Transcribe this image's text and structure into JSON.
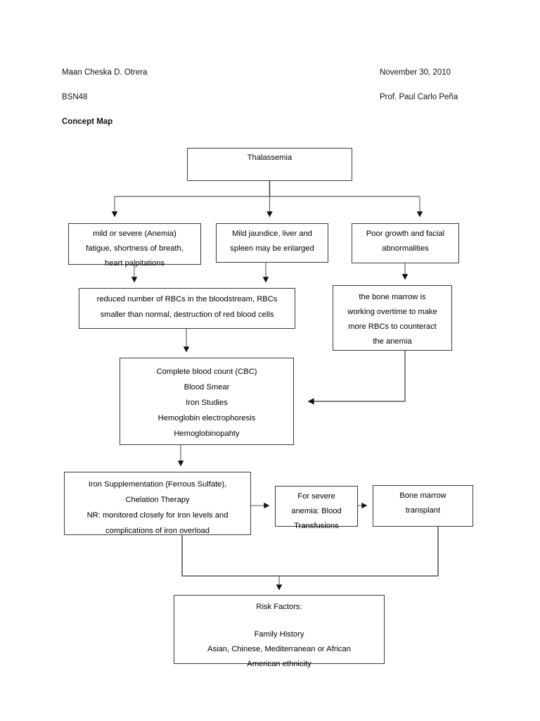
{
  "document": {
    "header": {
      "student_name": "Maan Cheska D. Otrera",
      "date": "November 30, 2010",
      "section": "BSN48",
      "professor": "Prof. Paul Carlo Peña",
      "title": "Concept Map"
    }
  },
  "diagram": {
    "type": "flowchart",
    "root": "Thalassemia",
    "nodes": {
      "thalassemia": {
        "id": "thalassemia",
        "lines": [
          "Thalassemia"
        ]
      },
      "symptoms": {
        "id": "symptoms",
        "lines": [
          "mild or severe (Anemia)",
          "fatigue, shortness of breath,",
          "heart palpitations"
        ]
      },
      "jaundice": {
        "id": "jaundice",
        "lines": [
          "Mild jaundice, liver and",
          "spleen may be enlarged"
        ]
      },
      "growth": {
        "id": "growth",
        "lines": [
          "Poor growth and facial",
          "abnormalities"
        ]
      },
      "rbc": {
        "id": "rbc",
        "lines": [
          "reduced number of RBCs in the bloodstream, RBCs",
          "smaller than normal, destruction of red blood cells"
        ]
      },
      "marrow": {
        "id": "marrow",
        "lines": [
          "the bone marrow is",
          "working overtime to make",
          "more RBCs to counteract",
          "the anemia"
        ]
      },
      "diagnostics": {
        "id": "diagnostics",
        "lines": [
          "Complete blood count (CBC)",
          "Blood Smear",
          "Iron Studies",
          "Hemoglobin electrophoresis",
          "Hemoglobinopahty"
        ]
      },
      "treatment": {
        "id": "treatment",
        "lines": [
          "Iron Supplementation (Ferrous Sulfate),",
          "Chelation Therapy",
          "NR: monitored closely for iron levels and",
          "complications of iron overload"
        ]
      },
      "transfusion": {
        "id": "transfusion",
        "lines": [
          "For severe",
          "anemia: Blood",
          "Transfusions"
        ]
      },
      "bmt": {
        "id": "bmt",
        "lines": [
          "Bone marrow",
          "transplant"
        ]
      },
      "risk": {
        "id": "risk",
        "heading": "Risk Factors:",
        "lines": [
          "Family History",
          "Asian, Chinese, Mediterranean or African",
          "American ethnicity"
        ]
      }
    },
    "edges": [
      {
        "from": "thalassemia",
        "to": "symptoms",
        "style": "elbow-down"
      },
      {
        "from": "thalassemia",
        "to": "jaundice",
        "style": "straight-down"
      },
      {
        "from": "thalassemia",
        "to": "growth",
        "style": "elbow-down"
      },
      {
        "from": "symptoms",
        "to": "rbc",
        "style": "straight-down"
      },
      {
        "from": "jaundice",
        "to": "rbc",
        "style": "straight-down"
      },
      {
        "from": "growth",
        "to": "marrow",
        "style": "straight-down"
      },
      {
        "from": "rbc",
        "to": "diagnostics",
        "style": "straight-down"
      },
      {
        "from": "marrow",
        "to": "diagnostics",
        "style": "elbow-left"
      },
      {
        "from": "diagnostics",
        "to": "treatment",
        "style": "straight-down"
      },
      {
        "from": "treatment",
        "to": "transfusion",
        "style": "straight-right"
      },
      {
        "from": "transfusion",
        "to": "bmt",
        "style": "straight-right"
      },
      {
        "from": "treatment",
        "to": "risk",
        "style": "merge-down"
      },
      {
        "from": "bmt",
        "to": "risk",
        "style": "merge-down"
      }
    ],
    "colors": {
      "box_border": "#3a3a3a",
      "connector": "#555555",
      "text": "#000000",
      "background": "#ffffff"
    }
  }
}
